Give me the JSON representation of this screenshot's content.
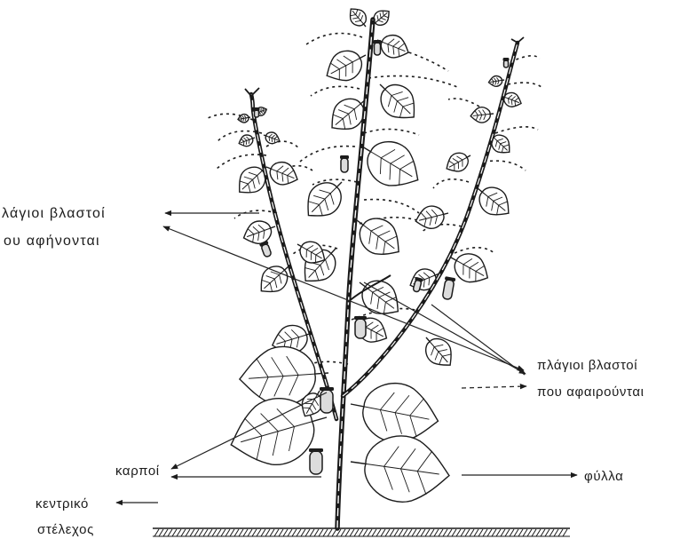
{
  "labels": {
    "kept_shoots": [
      "λάγιοι βλαστοί",
      "ου αφήνονται"
    ],
    "removed_shoots": [
      "πλάγιοι βλαστοί",
      "που αφαιρούνται"
    ],
    "fruits": "καρποί",
    "leaves": "φύλλα",
    "central_stem": [
      "κεντρικό",
      "στέλεχος"
    ]
  },
  "colors": {
    "ink": "#1c1c1c",
    "paper": "#ffffff",
    "pod_fill": "#dcdcdc"
  }
}
